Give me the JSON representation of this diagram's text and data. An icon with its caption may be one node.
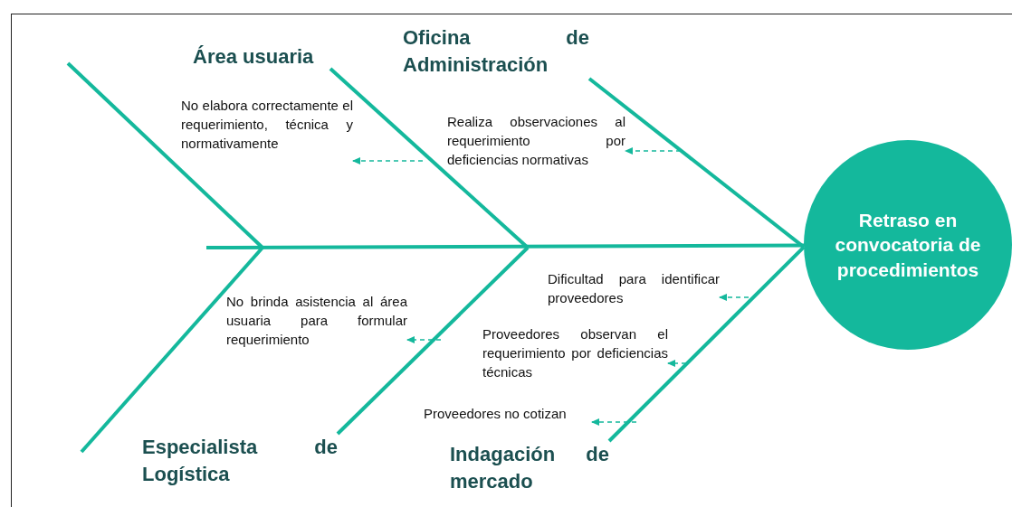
{
  "diagram": {
    "nodes": [
      {
        "text": [
          "Retraso en convocatoria de procedimientos"
        ]
      },
      {
        "text": [
          "Área usuaria"
        ]
      },
      {
        "text": [
          "Oficina de Administración"
        ]
      },
      {
        "text": [
          "Especialista de Logística"
        ]
      },
      {
        "text": [
          "Indagación de mercado"
        ]
      },
      {
        "text": [
          "No elabora correctamente el requerimiento, técnica y normativamente"
        ]
      },
      {
        "text": [
          "Realiza observaciones al requerimiento por deficiencias normativas"
        ]
      },
      {
        "text": [
          "No brinda asistencia al área usuaria para formular requerimiento"
        ]
      },
      {
        "text": [
          "Dificultad para identificar proveedores"
        ]
      },
      {
        "text": [
          "Proveedores observan el requerimiento por deficiencias técnicas"
        ]
      },
      {
        "text": [
          "Proveedores no cotizan"
        ]
      }
    ],
    "edges": [
      {
        "from": null,
        "to": 0,
        "arrow": "none",
        "style": "thick"
      },
      {
        "from": 1,
        "to": null,
        "arrow": "none",
        "style": "thick"
      },
      {
        "from": 2,
        "to": 0,
        "arrow": "none",
        "style": "thick"
      },
      {
        "from": 3,
        "to": null,
        "arrow": "none",
        "style": "thick"
      },
      {
        "from": 4,
        "to": 0,
        "arrow": "none",
        "style": "thick"
      },
      {
        "from": null,
        "to": 5,
        "arrow": "to",
        "style": "dashed"
      },
      {
        "from": null,
        "to": 6,
        "arrow": "to",
        "style": "dashed"
      },
      {
        "from": null,
        "to": 7,
        "arrow": "to",
        "style": "dashed"
      },
      {
        "from": null,
        "to": 8,
        "arrow": "to",
        "style": "dashed"
      },
      {
        "from": null,
        "to": 9,
        "arrow": "to",
        "style": "dashed"
      },
      {
        "from": null,
        "to": 10,
        "arrow": "to",
        "style": "dashed"
      }
    ]
  }
}
